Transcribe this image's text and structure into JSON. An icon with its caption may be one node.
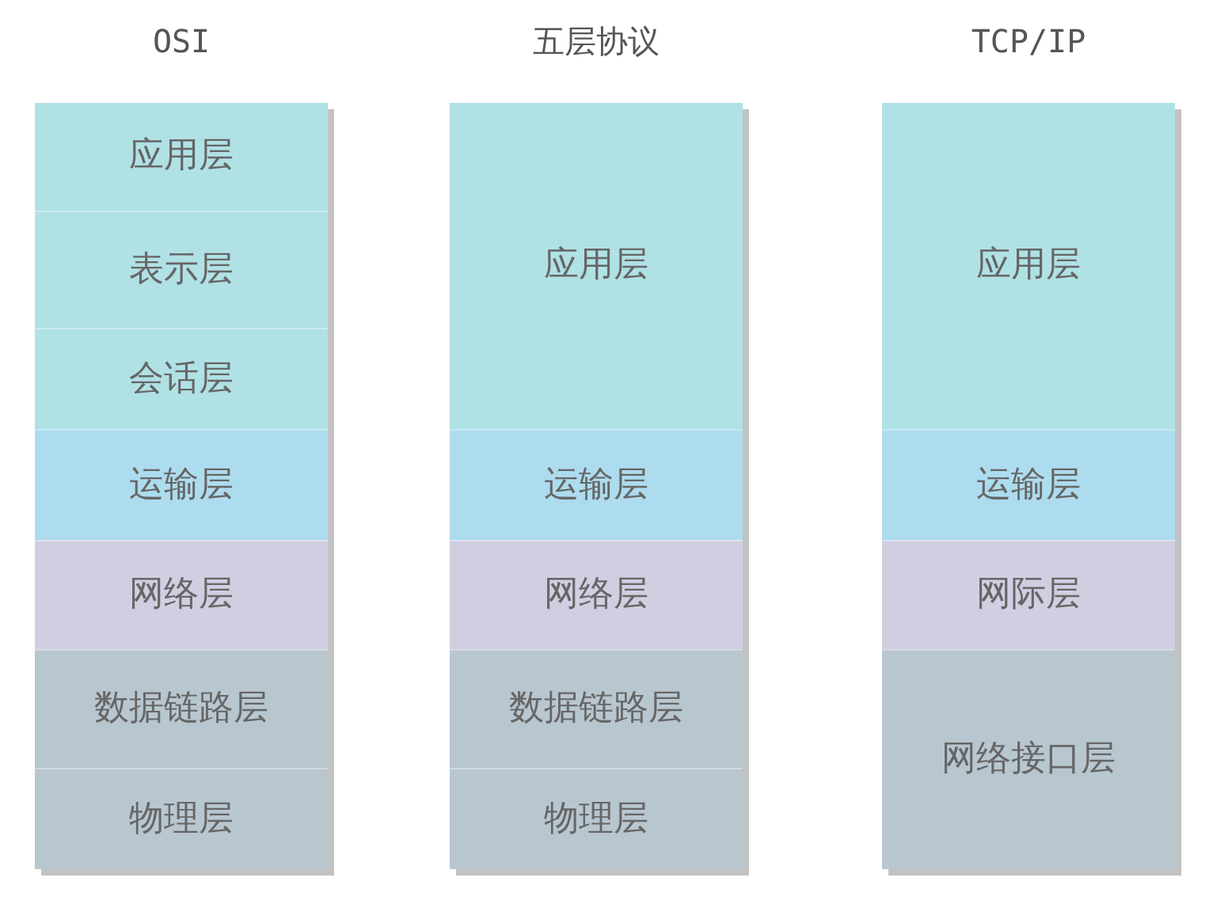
{
  "diagram": {
    "nodes": [
      {
        "text": [
          "OSI"
        ]
      },
      {
        "text": [
          "应用层"
        ],
        "in": 0
      },
      {
        "text": [
          "表示层"
        ],
        "in": 0
      },
      {
        "text": [
          "会话层"
        ],
        "in": 0
      },
      {
        "text": [
          "运输层"
        ],
        "in": 0
      },
      {
        "text": [
          "网络层"
        ],
        "in": 0
      },
      {
        "text": [
          "数据链路层"
        ],
        "in": 0
      },
      {
        "text": [
          "物理层"
        ],
        "in": 0
      },
      {
        "text": [
          "五层协议"
        ]
      },
      {
        "text": [
          "应用层"
        ],
        "in": 8
      },
      {
        "text": [
          "运输层"
        ],
        "in": 8
      },
      {
        "text": [
          "网络层"
        ],
        "in": 8
      },
      {
        "text": [
          "数据链路层"
        ],
        "in": 8
      },
      {
        "text": [
          "物理层"
        ],
        "in": 8
      },
      {
        "text": [
          "TCP/IP"
        ]
      },
      {
        "text": [
          "应用层"
        ],
        "in": 14
      },
      {
        "text": [
          "运输层"
        ],
        "in": 14
      },
      {
        "text": [
          "网际层"
        ],
        "in": 14
      },
      {
        "text": [
          "网络接口层"
        ],
        "in": 14
      }
    ]
  }
}
